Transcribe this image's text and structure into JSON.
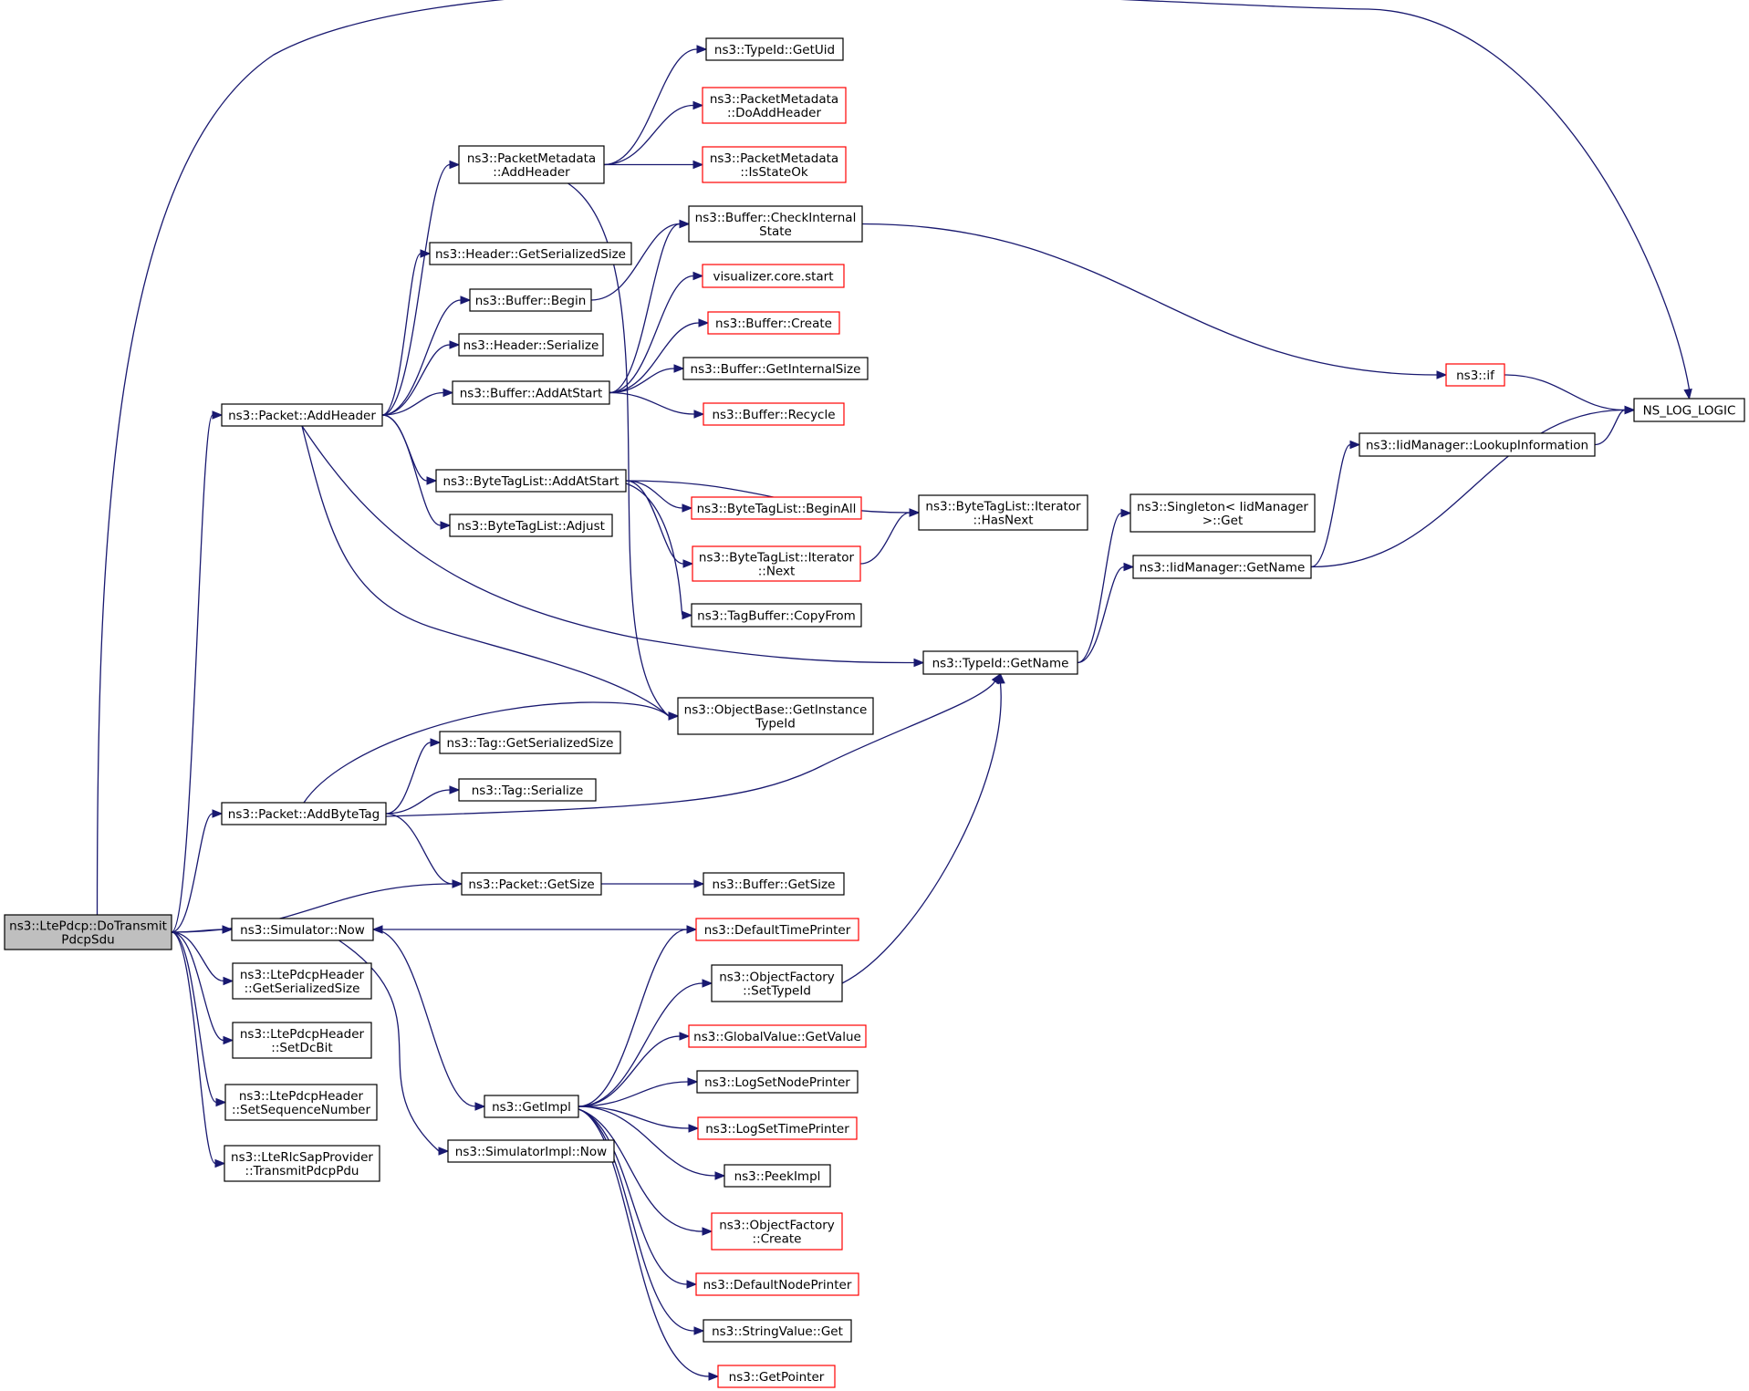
{
  "graph": {
    "nodes": [
      {
        "id": "root",
        "lines": [
          "ns3::LtePdcp::DoTransmit",
          "PdcpSdu"
        ],
        "border": "gray"
      },
      {
        "id": "pkt_addheader",
        "lines": [
          "ns3::Packet::AddHeader"
        ],
        "border": "black"
      },
      {
        "id": "pkt_addbytetag",
        "lines": [
          "ns3::Packet::AddByteTag"
        ],
        "border": "black"
      },
      {
        "id": "pkt_getsize",
        "lines": [
          "ns3::Packet::GetSize"
        ],
        "border": "black"
      },
      {
        "id": "sim_now",
        "lines": [
          "ns3::Simulator::Now"
        ],
        "border": "black"
      },
      {
        "id": "pdcph_getser",
        "lines": [
          "ns3::LtePdcpHeader",
          "::GetSerializedSize"
        ],
        "border": "black"
      },
      {
        "id": "pdcph_setdc",
        "lines": [
          "ns3::LtePdcpHeader",
          "::SetDcBit"
        ],
        "border": "black"
      },
      {
        "id": "pdcph_setseq",
        "lines": [
          "ns3::LtePdcpHeader",
          "::SetSequenceNumber"
        ],
        "border": "black"
      },
      {
        "id": "rlcsap",
        "lines": [
          "ns3::LteRlcSapProvider",
          "::TransmitPdcpPdu"
        ],
        "border": "black"
      },
      {
        "id": "pm_addheader",
        "lines": [
          "ns3::PacketMetadata",
          "::AddHeader"
        ],
        "border": "black"
      },
      {
        "id": "hdr_getser",
        "lines": [
          "ns3::Header::GetSerializedSize"
        ],
        "border": "black"
      },
      {
        "id": "buf_begin",
        "lines": [
          "ns3::Buffer::Begin"
        ],
        "border": "black"
      },
      {
        "id": "hdr_serialize",
        "lines": [
          "ns3::Header::Serialize"
        ],
        "border": "black"
      },
      {
        "id": "buf_addatstart",
        "lines": [
          "ns3::Buffer::AddAtStart"
        ],
        "border": "black"
      },
      {
        "id": "btl_addatstart",
        "lines": [
          "ns3::ByteTagList::AddAtStart"
        ],
        "border": "black"
      },
      {
        "id": "btl_adjust",
        "lines": [
          "ns3::ByteTagList::Adjust"
        ],
        "border": "black"
      },
      {
        "id": "tag_getser",
        "lines": [
          "ns3::Tag::GetSerializedSize"
        ],
        "border": "black"
      },
      {
        "id": "tag_serialize",
        "lines": [
          "ns3::Tag::Serialize"
        ],
        "border": "black"
      },
      {
        "id": "getimpl",
        "lines": [
          "ns3::GetImpl"
        ],
        "border": "black"
      },
      {
        "id": "simimpl_now",
        "lines": [
          "ns3::SimulatorImpl::Now"
        ],
        "border": "black"
      },
      {
        "id": "typeid_getuid",
        "lines": [
          "ns3::TypeId::GetUid"
        ],
        "border": "black"
      },
      {
        "id": "pm_doaddheader",
        "lines": [
          "ns3::PacketMetadata",
          "::DoAddHeader"
        ],
        "border": "red"
      },
      {
        "id": "pm_isstateok",
        "lines": [
          "ns3::PacketMetadata",
          "::IsStateOk"
        ],
        "border": "red"
      },
      {
        "id": "buf_checkinternal",
        "lines": [
          "ns3::Buffer::CheckInternal",
          "State"
        ],
        "border": "black"
      },
      {
        "id": "viz_start",
        "lines": [
          "visualizer.core.start"
        ],
        "border": "red"
      },
      {
        "id": "buf_create",
        "lines": [
          "ns3::Buffer::Create"
        ],
        "border": "red"
      },
      {
        "id": "buf_getinternalsize",
        "lines": [
          "ns3::Buffer::GetInternalSize"
        ],
        "border": "black"
      },
      {
        "id": "buf_recycle",
        "lines": [
          "ns3::Buffer::Recycle"
        ],
        "border": "red"
      },
      {
        "id": "btl_beginall",
        "lines": [
          "ns3::ByteTagList::BeginAll"
        ],
        "border": "red"
      },
      {
        "id": "btl_iter_next",
        "lines": [
          "ns3::ByteTagList::Iterator",
          "::Next"
        ],
        "border": "red"
      },
      {
        "id": "tagbuf_copyfrom",
        "lines": [
          "ns3::TagBuffer::CopyFrom"
        ],
        "border": "black"
      },
      {
        "id": "objbase_gettypeid",
        "lines": [
          "ns3::ObjectBase::GetInstance",
          "TypeId"
        ],
        "border": "black"
      },
      {
        "id": "buf_getsize",
        "lines": [
          "ns3::Buffer::GetSize"
        ],
        "border": "black"
      },
      {
        "id": "default_time_printer",
        "lines": [
          "ns3::DefaultTimePrinter"
        ],
        "border": "red"
      },
      {
        "id": "objfactory_settypeid",
        "lines": [
          "ns3::ObjectFactory",
          "::SetTypeId"
        ],
        "border": "black"
      },
      {
        "id": "globalvalue_getvalue",
        "lines": [
          "ns3::GlobalValue::GetValue"
        ],
        "border": "red"
      },
      {
        "id": "log_setnodeprinter",
        "lines": [
          "ns3::LogSetNodePrinter"
        ],
        "border": "black"
      },
      {
        "id": "log_settimeprinter",
        "lines": [
          "ns3::LogSetTimePrinter"
        ],
        "border": "red"
      },
      {
        "id": "peekimpl",
        "lines": [
          "ns3::PeekImpl"
        ],
        "border": "black"
      },
      {
        "id": "objfactory_create",
        "lines": [
          "ns3::ObjectFactory",
          "::Create"
        ],
        "border": "red"
      },
      {
        "id": "default_node_printer",
        "lines": [
          "ns3::DefaultNodePrinter"
        ],
        "border": "red"
      },
      {
        "id": "stringvalue_get",
        "lines": [
          "ns3::StringValue::Get"
        ],
        "border": "black"
      },
      {
        "id": "getpointer",
        "lines": [
          "ns3::GetPointer"
        ],
        "border": "red"
      },
      {
        "id": "btl_iter_hasnext",
        "lines": [
          "ns3::ByteTagList::Iterator",
          "::HasNext"
        ],
        "border": "black"
      },
      {
        "id": "typeid_getname",
        "lines": [
          "ns3::TypeId::GetName"
        ],
        "border": "black"
      },
      {
        "id": "ns3_if",
        "lines": [
          "ns3::if"
        ],
        "border": "red"
      },
      {
        "id": "singleton_get",
        "lines": [
          "ns3::Singleton< IidManager",
          ">::Get"
        ],
        "border": "black"
      },
      {
        "id": "iid_getname",
        "lines": [
          "ns3::IidManager::GetName"
        ],
        "border": "black"
      },
      {
        "id": "iid_lookup",
        "lines": [
          "ns3::IidManager::LookupInformation"
        ],
        "border": "black"
      },
      {
        "id": "ns_log_logic",
        "lines": [
          "NS_LOG_LOGIC"
        ],
        "border": "black"
      }
    ],
    "edges": [
      [
        "root",
        "ns_log_logic"
      ],
      [
        "root",
        "pkt_addheader"
      ],
      [
        "root",
        "pkt_addbytetag"
      ],
      [
        "root",
        "pkt_getsize"
      ],
      [
        "root",
        "sim_now"
      ],
      [
        "root",
        "pdcph_getser"
      ],
      [
        "root",
        "pdcph_setdc"
      ],
      [
        "root",
        "pdcph_setseq"
      ],
      [
        "root",
        "rlcsap"
      ],
      [
        "pkt_addheader",
        "pm_addheader"
      ],
      [
        "pkt_addheader",
        "hdr_getser"
      ],
      [
        "pkt_addheader",
        "buf_begin"
      ],
      [
        "pkt_addheader",
        "hdr_serialize"
      ],
      [
        "pkt_addheader",
        "buf_addatstart"
      ],
      [
        "pkt_addheader",
        "btl_addatstart"
      ],
      [
        "pkt_addheader",
        "btl_adjust"
      ],
      [
        "pkt_addheader",
        "objbase_gettypeid"
      ],
      [
        "pkt_addheader",
        "typeid_getname"
      ],
      [
        "pm_addheader",
        "typeid_getuid"
      ],
      [
        "pm_addheader",
        "pm_doaddheader"
      ],
      [
        "pm_addheader",
        "pm_isstateok"
      ],
      [
        "pm_addheader",
        "objbase_gettypeid"
      ],
      [
        "buf_begin",
        "buf_checkinternal"
      ],
      [
        "buf_addatstart",
        "buf_checkinternal"
      ],
      [
        "buf_addatstart",
        "viz_start"
      ],
      [
        "buf_addatstart",
        "buf_create"
      ],
      [
        "buf_addatstart",
        "buf_getinternalsize"
      ],
      [
        "buf_addatstart",
        "buf_recycle"
      ],
      [
        "buf_checkinternal",
        "ns3_if"
      ],
      [
        "btl_addatstart",
        "btl_iter_hasnext"
      ],
      [
        "btl_addatstart",
        "btl_beginall"
      ],
      [
        "btl_addatstart",
        "btl_iter_next"
      ],
      [
        "btl_addatstart",
        "tagbuf_copyfrom"
      ],
      [
        "btl_iter_next",
        "btl_iter_hasnext"
      ],
      [
        "pkt_addbytetag",
        "objbase_gettypeid"
      ],
      [
        "pkt_addbytetag",
        "tag_getser"
      ],
      [
        "pkt_addbytetag",
        "tag_serialize"
      ],
      [
        "pkt_addbytetag",
        "typeid_getname"
      ],
      [
        "pkt_addbytetag",
        "pkt_getsize"
      ],
      [
        "pkt_getsize",
        "buf_getsize"
      ],
      [
        "sim_now",
        "getimpl"
      ],
      [
        "sim_now",
        "simimpl_now"
      ],
      [
        "default_time_printer",
        "sim_now"
      ],
      [
        "getimpl",
        "default_time_printer"
      ],
      [
        "getimpl",
        "objfactory_settypeid"
      ],
      [
        "getimpl",
        "globalvalue_getvalue"
      ],
      [
        "getimpl",
        "log_setnodeprinter"
      ],
      [
        "getimpl",
        "log_settimeprinter"
      ],
      [
        "getimpl",
        "peekimpl"
      ],
      [
        "getimpl",
        "objfactory_create"
      ],
      [
        "getimpl",
        "default_node_printer"
      ],
      [
        "getimpl",
        "stringvalue_get"
      ],
      [
        "getimpl",
        "getpointer"
      ],
      [
        "objfactory_settypeid",
        "typeid_getname"
      ],
      [
        "typeid_getname",
        "singleton_get"
      ],
      [
        "typeid_getname",
        "iid_getname"
      ],
      [
        "iid_getname",
        "iid_lookup"
      ],
      [
        "iid_getname",
        "ns_log_logic"
      ],
      [
        "iid_lookup",
        "ns_log_logic"
      ],
      [
        "ns3_if",
        "ns_log_logic"
      ]
    ]
  }
}
